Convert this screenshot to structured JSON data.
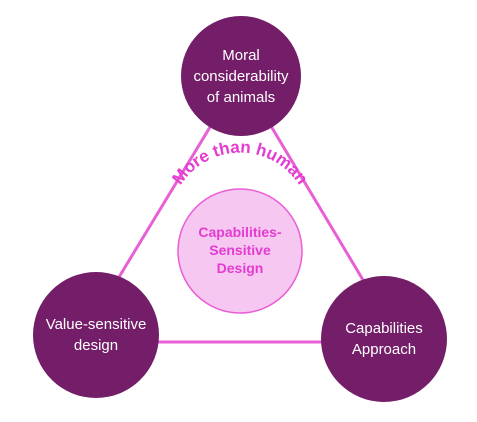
{
  "colors": {
    "node_fill": "#741d68",
    "edge": "#e85fd6",
    "center_fill": "#f6c7f0",
    "center_stroke": "#e85fd6",
    "center_text": "#e43bd0",
    "node_text": "#ffffff"
  },
  "nodes": {
    "top": {
      "label": "Moral\nconsiderability\nof animals"
    },
    "left": {
      "label": "Value-sensitive\ndesign"
    },
    "right": {
      "label": "Capabilities\nApproach"
    }
  },
  "center": {
    "arc_text": "More than human",
    "label": "Capabilities-\nSensitive\nDesign"
  }
}
